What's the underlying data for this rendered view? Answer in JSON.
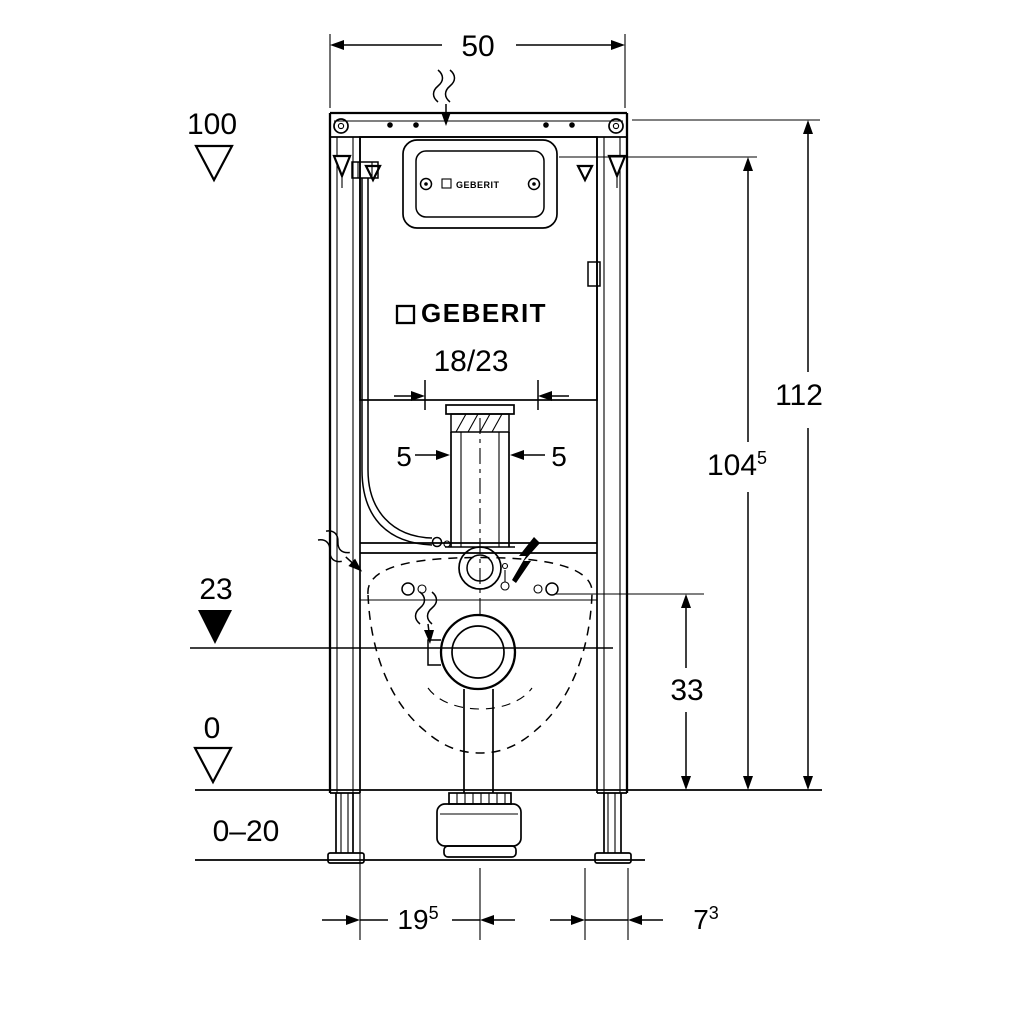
{
  "drawing": {
    "brand_logo": "GEBERIT",
    "plate_logo": "GEBERIT",
    "model_depth": "18/23",
    "dims": {
      "width": "50",
      "total_height": "112",
      "upper_height": {
        "main": "104",
        "sup": "5"
      },
      "outlet_center_height": "33",
      "level_top": "100",
      "level_outlet": "23",
      "level_floor": "0",
      "floor_range": "0–20",
      "bottom_left": {
        "main": "19",
        "sup": "5"
      },
      "bottom_right": {
        "main": "7",
        "sup": "3"
      },
      "side_clearance_left": "5",
      "side_clearance_right": "5"
    }
  }
}
